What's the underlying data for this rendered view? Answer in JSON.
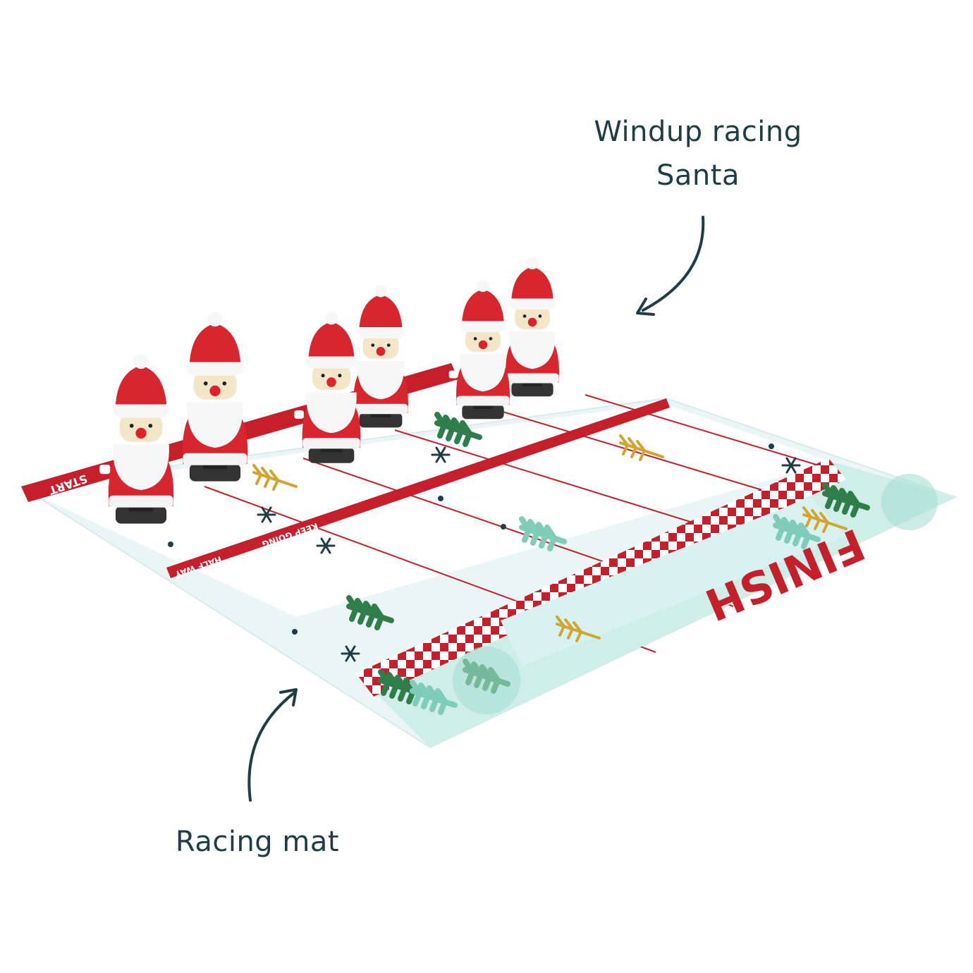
{
  "annotations": {
    "santa_label_line1": "Windup racing",
    "santa_label_line2": "Santa",
    "mat_label": "Racing mat"
  },
  "mat_text": {
    "finish": "FINISH",
    "half_way": "HALF WAY",
    "keep_going": "KEEP GOING",
    "start": "START"
  },
  "colors": {
    "label_text": "#1f3d45",
    "mat_red": "#c41f2a",
    "mat_background": "#eaf6f6",
    "santa_red": "#d8262e",
    "tree_green": "#2f7d4a",
    "tree_mint": "#7fcdb8",
    "tree_gold": "#d4a431"
  }
}
